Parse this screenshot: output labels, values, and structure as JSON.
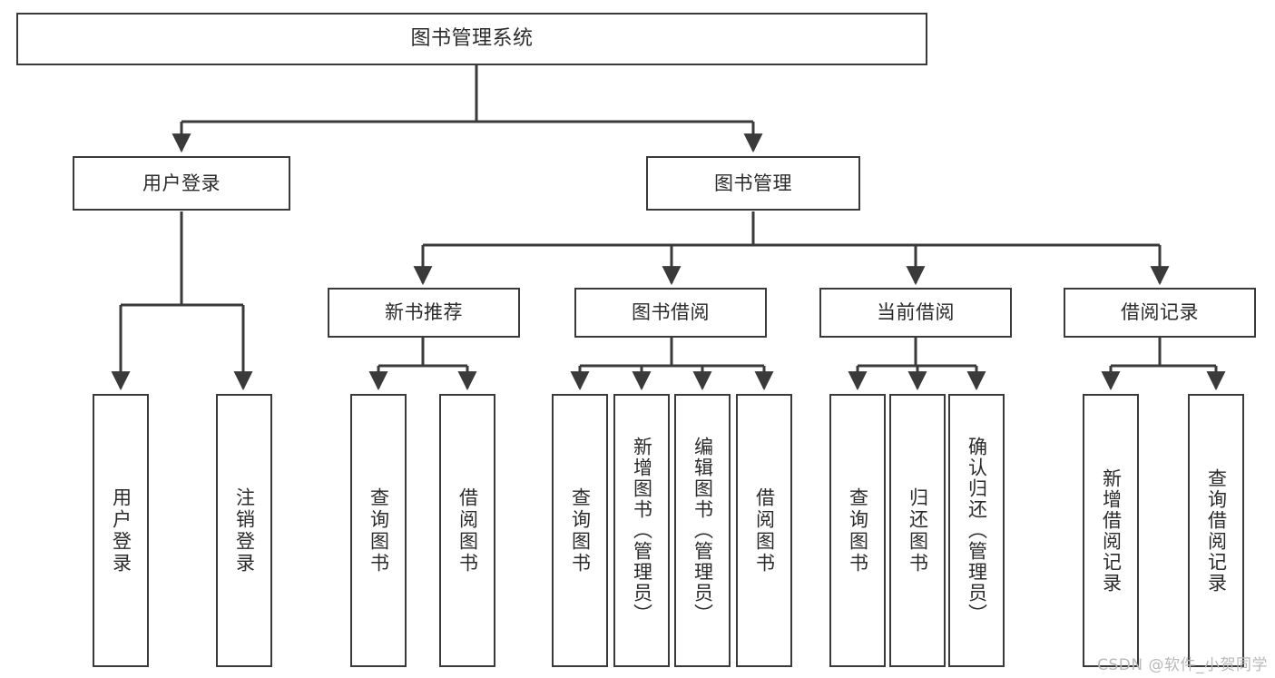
{
  "diagram": {
    "type": "tree-hierarchy-chart",
    "title": "图书管理系统",
    "orientation": "top-down",
    "edge_style": "orthogonal-with-arrowheads",
    "colors": {
      "box_border": "#3a3a3a",
      "box_fill": "#ffffff",
      "text": "#2b2b2b",
      "connector": "#3a3a3a",
      "background": "#ffffff",
      "watermark": "#b9b9b9"
    }
  },
  "root": {
    "label": "图书管理系统"
  },
  "level2": [
    {
      "id": "user-login",
      "label": "用户登录"
    },
    {
      "id": "book-management",
      "label": "图书管理"
    }
  ],
  "level3": [
    {
      "id": "new-book-recommend",
      "label": "新书推荐",
      "parent": "book-management"
    },
    {
      "id": "book-borrow",
      "label": "图书借阅",
      "parent": "book-management"
    },
    {
      "id": "current-borrow",
      "label": "当前借阅",
      "parent": "book-management"
    },
    {
      "id": "borrow-record",
      "label": "借阅记录",
      "parent": "book-management"
    }
  ],
  "leaves": {
    "user_login": [
      {
        "id": "leaf-user-login",
        "label": "用户登录"
      },
      {
        "id": "leaf-logout",
        "label": "注销登录"
      }
    ],
    "new_book_recommend": [
      {
        "id": "leaf-query-book-1",
        "label": "查询图书"
      },
      {
        "id": "leaf-borrow-book-1",
        "label": "借阅图书"
      }
    ],
    "book_borrow": [
      {
        "id": "leaf-query-book-2",
        "label": "查询图书"
      },
      {
        "id": "leaf-add-book",
        "label": "新增图书（管理员）"
      },
      {
        "id": "leaf-edit-book",
        "label": "编辑图书（管理员）"
      },
      {
        "id": "leaf-borrow-book-2",
        "label": "借阅图书"
      }
    ],
    "current_borrow": [
      {
        "id": "leaf-query-book-3",
        "label": "查询图书"
      },
      {
        "id": "leaf-return-book",
        "label": "归还图书"
      },
      {
        "id": "leaf-confirm-return",
        "label": "确认归还（管理员）"
      }
    ],
    "borrow_record": [
      {
        "id": "leaf-add-record",
        "label": "新增借阅记录"
      },
      {
        "id": "leaf-query-record",
        "label": "查询借阅记录"
      }
    ]
  },
  "watermark": {
    "text": "CSDN @软件_小贺同学"
  }
}
